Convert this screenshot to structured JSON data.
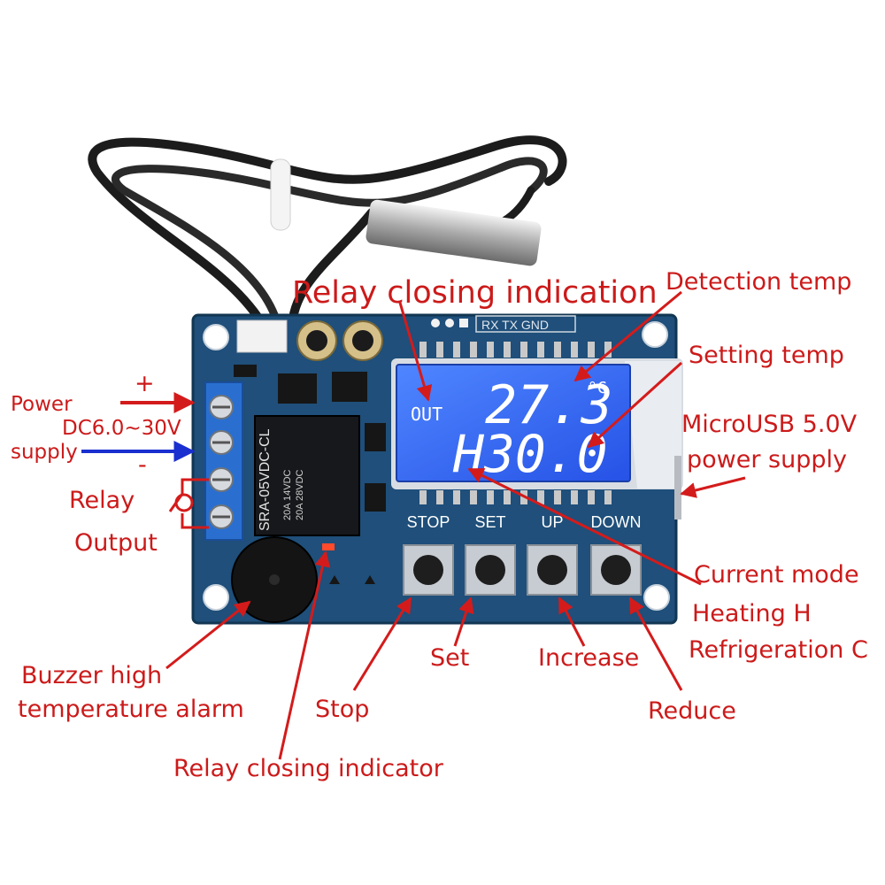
{
  "labels": {
    "relay_closing_indication": "Relay closing indication",
    "detection_temp": "Detection temp",
    "setting_temp": "Setting temp",
    "microusb_line1": "MicroUSB 5.0V",
    "microusb_line2": "power supply",
    "current_mode": "Current mode",
    "heating": "Heating H",
    "refrigeration": "Refrigeration C",
    "reduce": "Reduce",
    "increase": "Increase",
    "set": "Set",
    "stop": "Stop",
    "relay_closing_indicator": "Relay closing indicator",
    "buzzer_line1": "Buzzer high",
    "buzzer_line2": "temperature alarm",
    "power": "Power",
    "voltage": "DC6.0~30V",
    "supply": "supply",
    "relay": "Relay",
    "output": "Output",
    "plus": "+",
    "minus": "-"
  },
  "lcd": {
    "out": "OUT",
    "detected": "27.3",
    "unit": "°C",
    "setting": "H30.0"
  },
  "buttons": [
    "STOP",
    "SET",
    "UP",
    "DOWN"
  ],
  "header_pins": "RX TX GND",
  "relay_text": {
    "part_number": "SRA-05VDC-CL",
    "rating1": "20A 14VDC",
    "rating2": "20A 28VDC"
  },
  "colors": {
    "board": "#1f4f7a",
    "lcd": "#2f6bff",
    "terminal": "#2a6fd0",
    "label_red": "#cc1a1a",
    "label_blue": "#1a2fd0"
  }
}
